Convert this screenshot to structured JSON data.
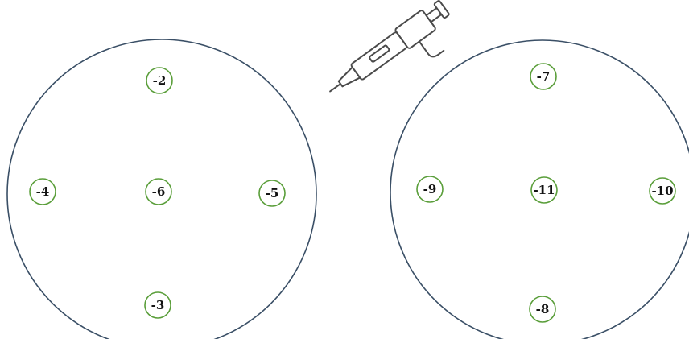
{
  "pipette": {
    "icon": "micropipette-icon"
  },
  "plates": [
    {
      "name": "left-plate",
      "wells": [
        {
          "id": "top",
          "label": "-2"
        },
        {
          "id": "left",
          "label": "-4"
        },
        {
          "id": "center",
          "label": "-6"
        },
        {
          "id": "right",
          "label": "-5"
        },
        {
          "id": "bottom",
          "label": "-3"
        }
      ]
    },
    {
      "name": "right-plate",
      "wells": [
        {
          "id": "top",
          "label": "-7"
        },
        {
          "id": "left",
          "label": "-9"
        },
        {
          "id": "center",
          "label": "-11"
        },
        {
          "id": "right",
          "label": "-10"
        },
        {
          "id": "bottom",
          "label": "-8"
        }
      ]
    }
  ],
  "colors": {
    "plate_outline": "#3a4f66",
    "well_ring": "#5a9e3a",
    "text": "#111111"
  }
}
